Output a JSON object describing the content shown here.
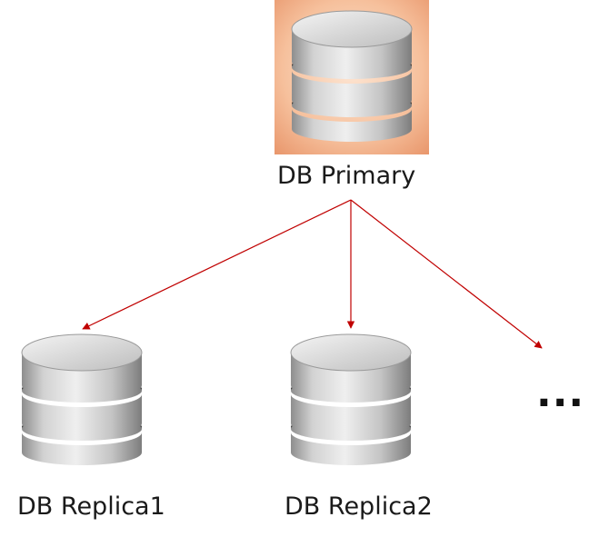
{
  "nodes": {
    "primary": {
      "label": "DB Primary",
      "icon": "database-icon",
      "highlight_color": "#f0b08a"
    },
    "replica1": {
      "label": "DB Replica1",
      "icon": "database-icon"
    },
    "replica2": {
      "label": "DB Replica2",
      "icon": "database-icon"
    },
    "more": {
      "label": "..."
    }
  },
  "edges": [
    {
      "from": "primary",
      "to": "replica1"
    },
    {
      "from": "primary",
      "to": "replica2"
    },
    {
      "from": "primary",
      "to": "more"
    }
  ],
  "colors": {
    "arrow": "#c00000",
    "cylinder_body": "#c8c8c8",
    "cylinder_top": "#e6e6e6"
  }
}
